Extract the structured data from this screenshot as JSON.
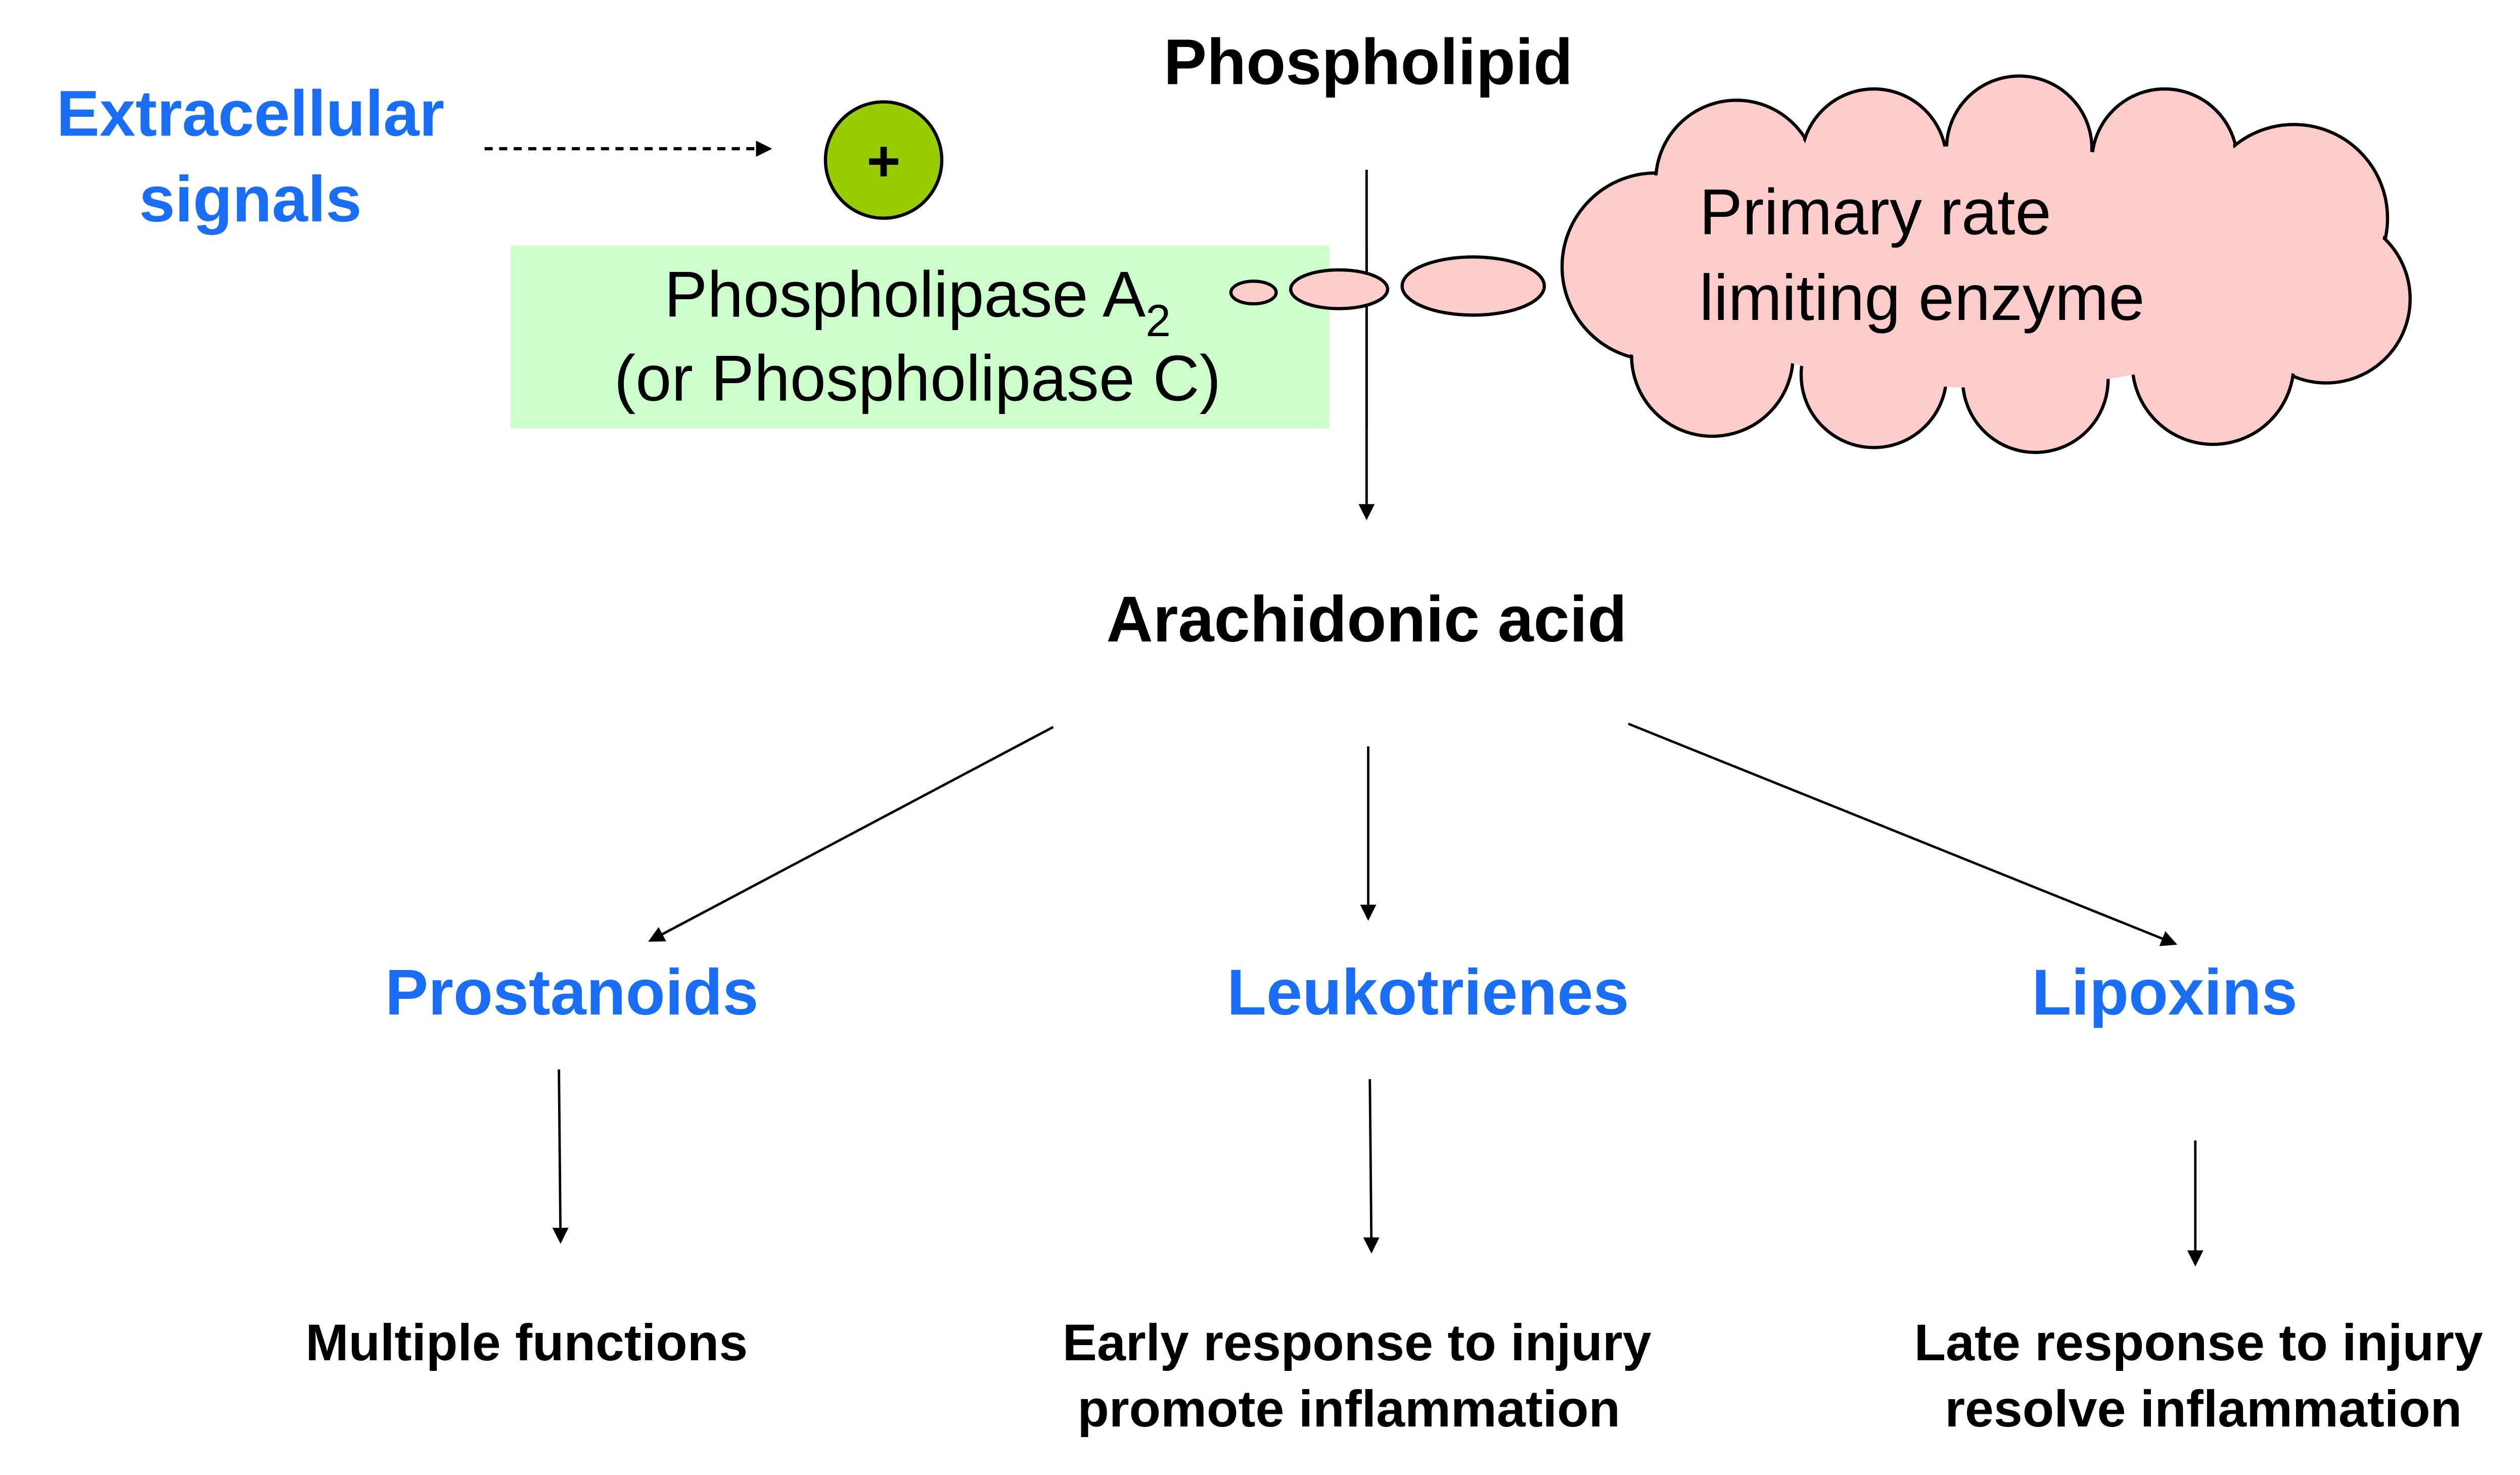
{
  "colors": {
    "accent_blue": "#1a6ef5",
    "activator_green": "#99cc00",
    "enzyme_box": "#ccffcc",
    "cloud_pink": "#ffcccc",
    "text": "#000000"
  },
  "signals": {
    "line1": "Extracellular",
    "line2": "signals"
  },
  "activator": {
    "symbol": "+"
  },
  "substrate": "Phospholipid",
  "enzyme": {
    "line1": "Phospholipase A",
    "subscript": "2",
    "line2": "(or Phospholipase C)"
  },
  "callout": {
    "line1": "Primary rate",
    "line2": "limiting enzyme"
  },
  "product": "Arachidonic acid",
  "branches": [
    {
      "name": "Prostanoids",
      "effect": [
        "Multiple functions"
      ]
    },
    {
      "name": "Leukotrienes",
      "effect": [
        "Early response to injury",
        "promote inflammation"
      ]
    },
    {
      "name": "Lipoxins",
      "effect": [
        "Late response to injury",
        "resolve inflammation"
      ]
    }
  ]
}
